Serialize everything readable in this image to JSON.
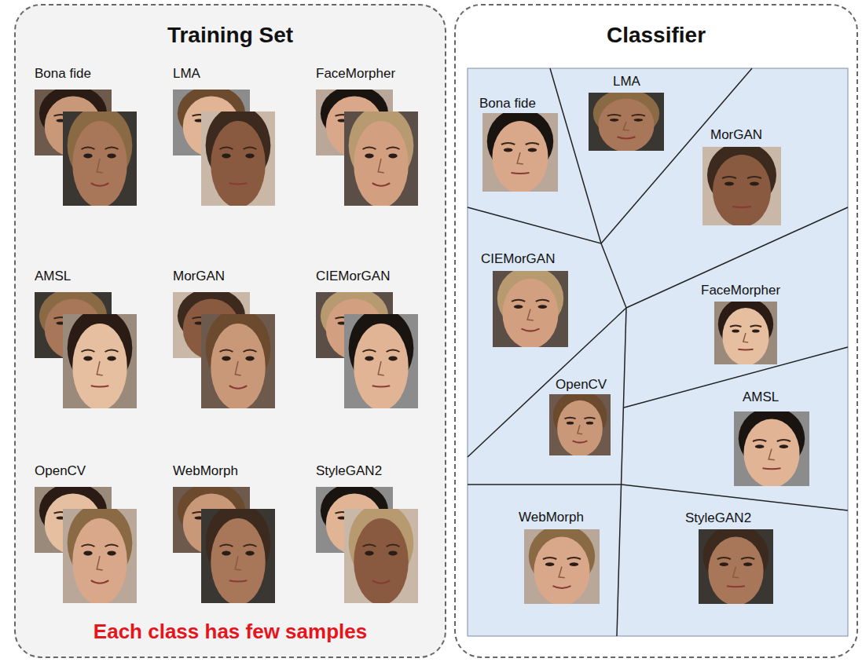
{
  "diagram": {
    "nodes": [
      {
        "text": [
          "Training Set",
          "Each class has few samples"
        ]
      },
      {
        "text": [
          "Classifier"
        ]
      }
    ],
    "labels": [
      "Bona fide",
      "LMA",
      "FaceMorpher",
      "AMSL",
      "MorGAN",
      "CIEMorGAN",
      "OpenCV",
      "WebMorph",
      "StyleGAN2",
      "LMA",
      "Bona fide",
      "MorGAN",
      "CIEMorGAN",
      "FaceMorpher",
      "OpenCV",
      "AMSL",
      "WebMorph",
      "StyleGAN2"
    ]
  }
}
